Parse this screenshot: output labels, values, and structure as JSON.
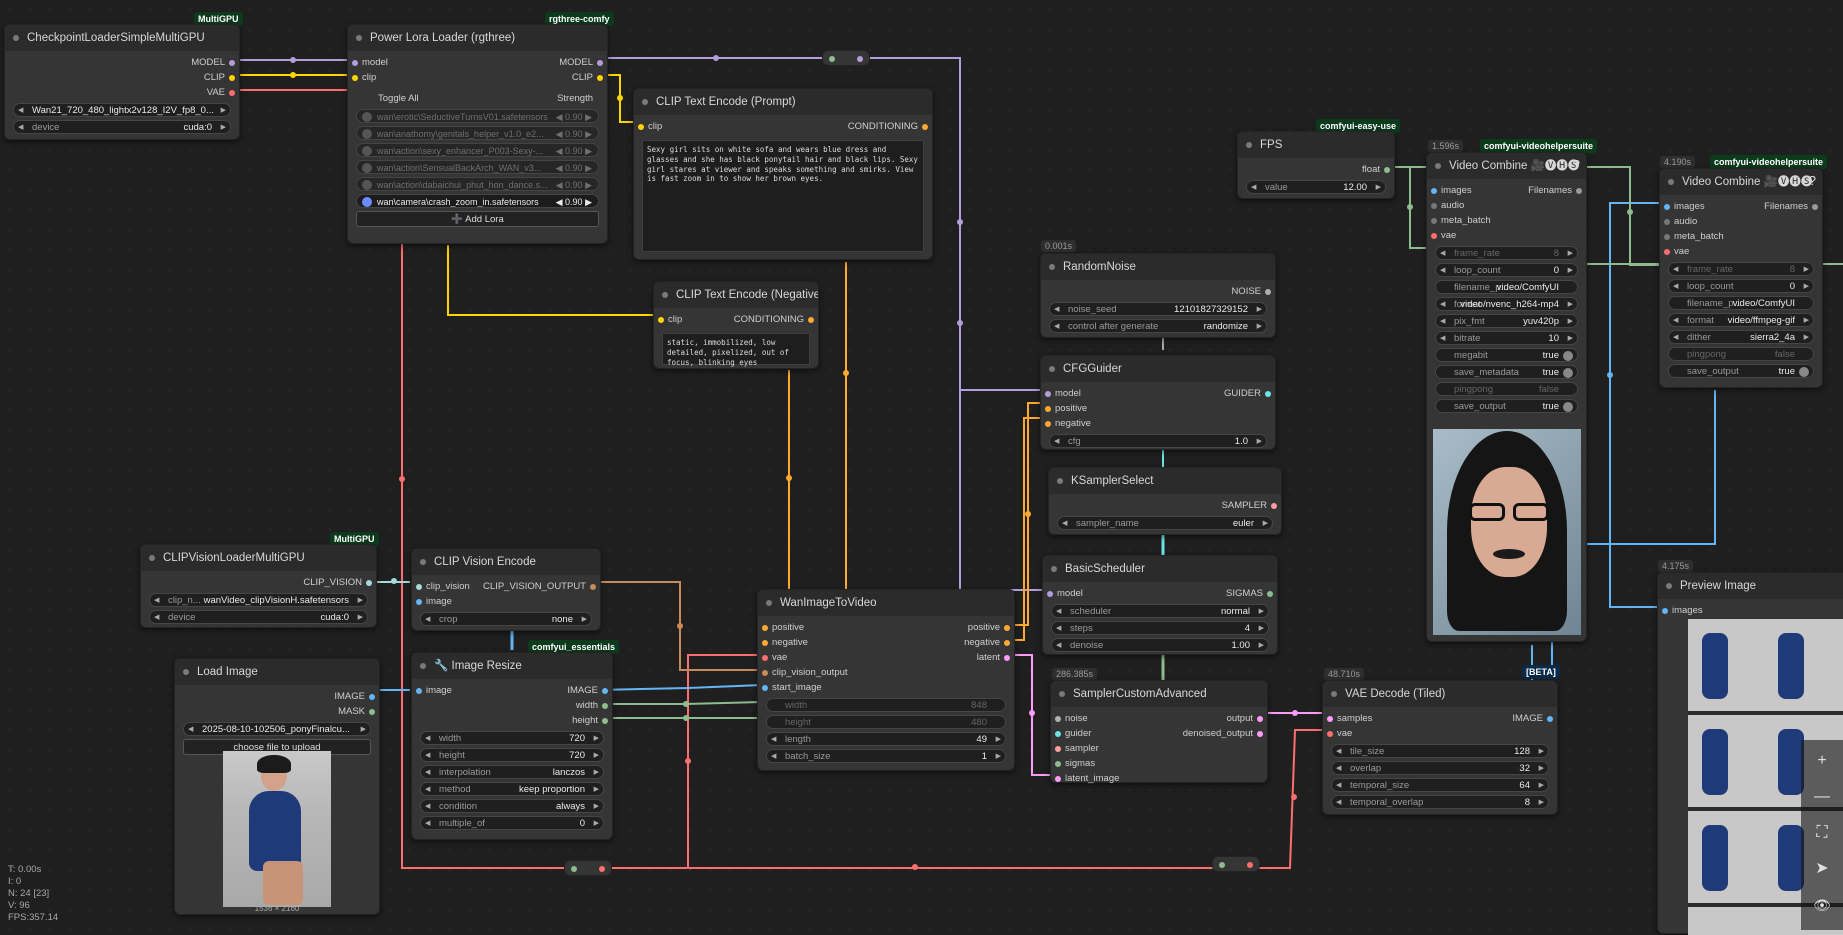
{
  "colors": {
    "model": "#b39ddb",
    "clip": "#ffd500",
    "vae": "#ff6e6e",
    "conditioning": "#ffa931",
    "clip_vision": "#a8dadc",
    "image": "#64b5f6",
    "int": "#8fbc8f",
    "latent": "#ff9cf9",
    "noise": "#b0b0b0"
  },
  "nodes": {
    "checkpoint": {
      "title": "CheckpointLoaderSimpleMultiGPU",
      "badge": "MultiGPU",
      "outputs": [
        "MODEL",
        "CLIP",
        "VAE"
      ],
      "ckpt": "Wan21_720_480_lightx2v128_I2V_fp8_0...",
      "device_label": "device",
      "device": "cuda:0"
    },
    "lora": {
      "title": "Power Lora Loader (rgthree)",
      "badge": "rgthree-comfy",
      "in_model": "model",
      "in_clip": "clip",
      "out_model": "MODEL",
      "out_clip": "CLIP",
      "toggle_all": "Toggle All",
      "strength": "Strength",
      "loras": [
        {
          "name": "wan\\erotic\\SeductiveTurnsV01.safetensors",
          "value": "0.90"
        },
        {
          "name": "wan\\anathomy\\genitals_helper_v1.0_e2...",
          "value": "0.90"
        },
        {
          "name": "wan\\action\\sexy_enhancer_P003-Sexy-...",
          "value": "0.90"
        },
        {
          "name": "wan\\action\\SensualBackArch_WAN_v3...",
          "value": "0.90"
        },
        {
          "name": "wan\\action\\dabaichui_phut_hon_dance.s...",
          "value": "0.90"
        },
        {
          "name": "wan\\camera\\crash_zoom_in.safetensors",
          "value": "0.90"
        }
      ],
      "add_lora": "➕ Add Lora"
    },
    "clip_pos": {
      "title": "CLIP Text Encode (Prompt)",
      "in": "clip",
      "out": "CONDITIONING",
      "text": "Sexy girl sits on white sofa and wears blue dress and glasses and she has black ponytail hair and black lips. Sexy girl stares at viewer and speaks something and smirks. View is fast zoom in to show her brown eyes."
    },
    "clip_neg": {
      "title": "CLIP Text Encode (Negative)",
      "in": "clip",
      "out": "CONDITIONING",
      "text": "static, immobilized, low detailed, pixelized, out of focus, blinking eyes"
    },
    "clipvision_loader": {
      "title": "CLIPVisionLoaderMultiGPU",
      "badge": "MultiGPU",
      "out": "CLIP_VISION",
      "clip_label": "clip_n...",
      "clip_value": "wanVideo_clipVisionH.safetensors",
      "device_label": "device",
      "device": "cuda:0"
    },
    "clipvision_encode": {
      "title": "CLIP Vision Encode",
      "in1": "clip_vision",
      "in2": "image",
      "out": "CLIP_VISION_OUTPUT",
      "crop_label": "crop",
      "crop": "none"
    },
    "load_image": {
      "title": "Load Image",
      "out1": "IMAGE",
      "out2": "MASK",
      "file": "2025-08-10-102506_ponyFinalcu...",
      "upload": "choose file to upload",
      "size": "1536 × 2160"
    },
    "image_resize": {
      "title": "🔧 Image Resize",
      "badge": "comfyui_essentials",
      "in": "image",
      "out1": "IMAGE",
      "out2": "width",
      "out3": "height",
      "widgets": [
        {
          "label": "width",
          "value": "720"
        },
        {
          "label": "height",
          "value": "720"
        },
        {
          "label": "interpolation",
          "value": "lanczos"
        },
        {
          "label": "method",
          "value": "keep proportion"
        },
        {
          "label": "condition",
          "value": "always"
        },
        {
          "label": "multiple_of",
          "value": "0"
        }
      ]
    },
    "wan": {
      "title": "WanImageToVideo",
      "inputs": [
        "positive",
        "negative",
        "vae",
        "clip_vision_output",
        "start_image"
      ],
      "outputs": [
        "positive",
        "negative",
        "latent"
      ],
      "dim_widgets": [
        {
          "label": "width",
          "value": "848"
        },
        {
          "label": "height",
          "value": "480"
        }
      ],
      "widgets": [
        {
          "label": "length",
          "value": "49"
        },
        {
          "label": "batch_size",
          "value": "1"
        }
      ]
    },
    "fps": {
      "title": "FPS",
      "badge": "comfyui-easy-use",
      "out": "float",
      "label": "value",
      "value": "12.00"
    },
    "noise": {
      "title": "RandomNoise",
      "time": "0.001s",
      "out": "NOISE",
      "widgets": [
        {
          "label": "noise_seed",
          "value": "12101827329152"
        },
        {
          "label": "control after generate",
          "value": "randomize"
        }
      ]
    },
    "cfg": {
      "title": "CFGGuider",
      "inputs": [
        "model",
        "positive",
        "negative"
      ],
      "out": "GUIDER",
      "label": "cfg",
      "value": "1.0"
    },
    "ksampler": {
      "title": "KSamplerSelect",
      "out": "SAMPLER",
      "label": "sampler_name",
      "value": "euler"
    },
    "scheduler": {
      "title": "BasicScheduler",
      "in": "model",
      "out": "SIGMAS",
      "widgets": [
        {
          "label": "scheduler",
          "value": "normal"
        },
        {
          "label": "steps",
          "value": "4"
        },
        {
          "label": "denoise",
          "value": "1.00"
        }
      ]
    },
    "sampler": {
      "title": "SamplerCustomAdvanced",
      "time": "286.385s",
      "inputs": [
        "noise",
        "guider",
        "sampler",
        "sigmas",
        "latent_image"
      ],
      "out1": "output",
      "out2": "denoised_output"
    },
    "vae_decode": {
      "title": "VAE Decode (Tiled)",
      "time": "48.710s",
      "beta": "[BETA]",
      "in1": "samples",
      "in2": "vae",
      "out": "IMAGE",
      "widgets": [
        {
          "label": "tile_size",
          "value": "128"
        },
        {
          "label": "overlap",
          "value": "32"
        },
        {
          "label": "temporal_size",
          "value": "64"
        },
        {
          "label": "temporal_overlap",
          "value": "8"
        }
      ]
    },
    "video1": {
      "title": "Video Combine 🎥🅥🅗🅢",
      "time": "1.596s",
      "badge": "comfyui-videohelpersuite",
      "inputs": [
        "images",
        "audio",
        "meta_batch",
        "vae"
      ],
      "out": "Filenames",
      "widgets": [
        {
          "label": "frame_rate",
          "value": "8"
        },
        {
          "label": "loop_count",
          "value": "0"
        },
        {
          "label": "filename_p...",
          "value": "video/ComfyUI"
        },
        {
          "label": "format",
          "value": "video/nvenc_h264-mp4"
        },
        {
          "label": "pix_fmt",
          "value": "yuv420p"
        },
        {
          "label": "bitrate",
          "value": "10"
        }
      ],
      "toggles": [
        {
          "label": "megabit",
          "value": "true"
        },
        {
          "label": "save_metadata",
          "value": "true"
        },
        {
          "label": "pingpong",
          "value": "false"
        },
        {
          "label": "save_output",
          "value": "true"
        }
      ]
    },
    "video2": {
      "title": "Video Combine 🎥🅥🅗🅢",
      "time": "4.190s",
      "badge": "comfyui-videohelpersuite",
      "inputs": [
        "images",
        "audio",
        "meta_batch",
        "vae"
      ],
      "out": "Filenames",
      "widgets": [
        {
          "label": "frame_rate",
          "value": "8"
        },
        {
          "label": "loop_count",
          "value": "0"
        },
        {
          "label": "filename_p...",
          "value": "video/ComfyUI"
        },
        {
          "label": "format",
          "value": "video/ffmpeg-gif"
        },
        {
          "label": "dither",
          "value": "sierra2_4a"
        }
      ],
      "toggles": [
        {
          "label": "pingpong",
          "value": "false"
        },
        {
          "label": "save_output",
          "value": "true"
        }
      ]
    },
    "preview": {
      "title": "Preview Image",
      "time": "4.175s",
      "in": "images"
    }
  },
  "stats": {
    "t": "T: 0.00s",
    "i": "I: 0",
    "n": "N: 24 [23]",
    "v": "V: 96",
    "fps": "FPS:357.14"
  },
  "tools": [
    "+",
    "—",
    "⛶",
    "➤",
    "👁"
  ]
}
